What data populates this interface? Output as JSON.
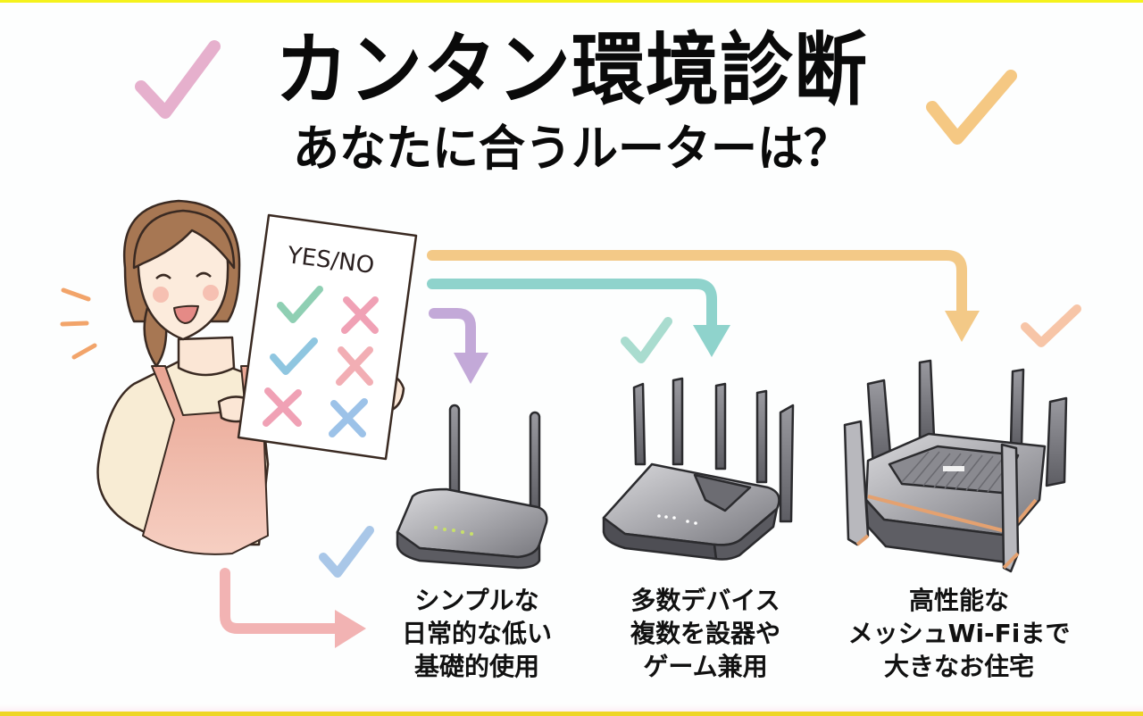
{
  "header": {
    "title": "カンタン環境診断",
    "subtitle": "あなたに合うルーターは？"
  },
  "checklist_board": {
    "heading": "YES/NO",
    "marks": [
      "check",
      "cross",
      "check",
      "cross",
      "cross",
      "cross"
    ]
  },
  "options": [
    {
      "router": "basic-2-antenna-router",
      "arrow_color": "#c3a9d8",
      "lines": [
        "シンプルな",
        "日常的な低い",
        "基礎的使用"
      ]
    },
    {
      "router": "gaming-6-antenna-router",
      "arrow_color": "#8fd3cc",
      "lines": [
        "多数デバイス",
        "複数を設器や",
        "ゲーム兼用"
      ]
    },
    {
      "router": "mesh-8-antenna-router",
      "arrow_color": "#f3c987",
      "lines": [
        "高性能な",
        "メッシュWi-Fiまで",
        "大きなお住宅"
      ]
    }
  ],
  "colors": {
    "top_bar": "#f5f21c",
    "bottom_bar": "#eed626",
    "check_pink": "#e9b3cf",
    "check_orange": "#f5c883",
    "check_teal": "#a9dccf",
    "check_blue": "#a9c7e8",
    "arrow_pink": "#f2b3b3"
  }
}
